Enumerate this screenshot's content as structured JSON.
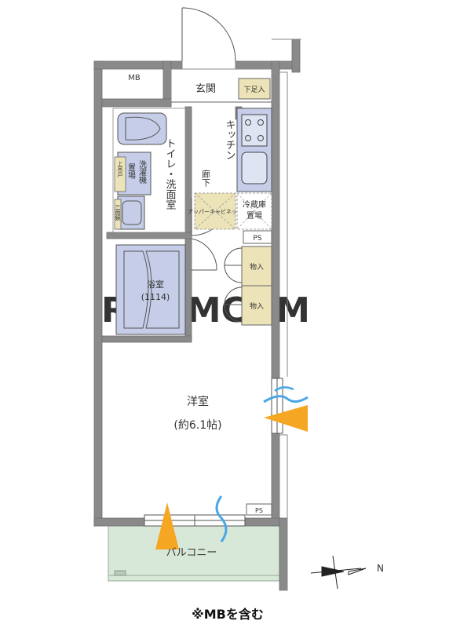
{
  "rooms": {
    "mb": "MB",
    "genkan": "玄関",
    "shoe_box": "下足入",
    "kitchen": "キッチン",
    "corridor": "廊下",
    "toilet_washroom": "トイレ・洗面室",
    "washer": "洗濯機",
    "washer_place": "置場",
    "upper_cabinet": "上吊戸",
    "mirror_cabinet": "三面鏡",
    "upper_cabinet_kitchen": "アッパーキャビネット",
    "fridge": "冷蔵庫",
    "fridge_place": "置場",
    "ps_top": "PS",
    "storage_1": "物入",
    "storage_2": "物入",
    "bath": "浴室",
    "bath_size": "(1114)",
    "western_room": "洋室",
    "western_size": "(約6.1帖)",
    "ps_bottom": "PS",
    "balcony": "バルコニー"
  },
  "compass_label": "N",
  "watermark": "ROOMCOM",
  "footnote": "※MBを含む",
  "colors": {
    "wall": "#8a8a8a",
    "wet_area": "#c5cde8",
    "storage": "#ece4b8",
    "balcony": "#d8e8d8",
    "arrow": "#f5a623"
  }
}
